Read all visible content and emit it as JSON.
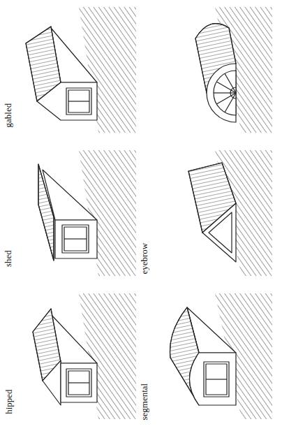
{
  "diagram": {
    "labels": [
      "gabled",
      "shed",
      "hipped",
      "eyebrow",
      "segmental"
    ]
  }
}
